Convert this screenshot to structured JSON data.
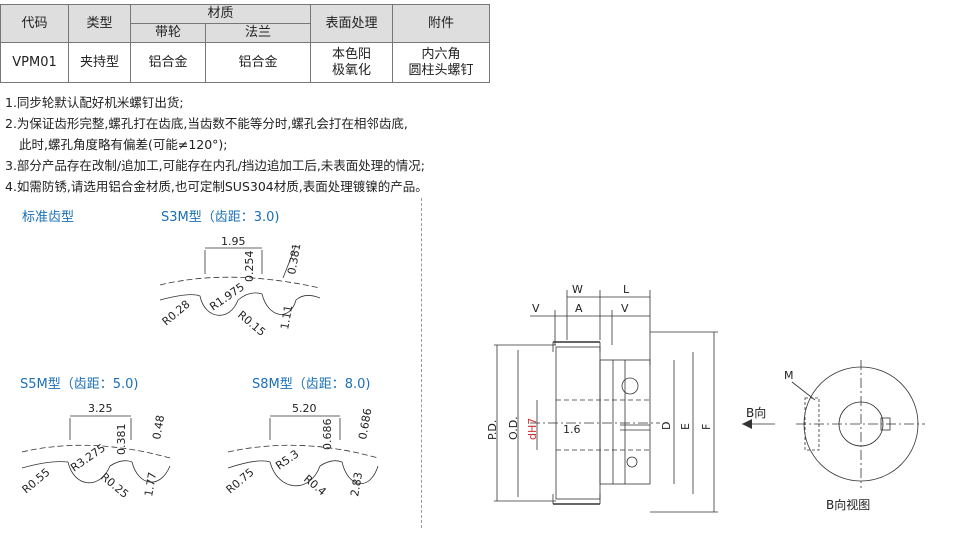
{
  "table": {
    "h_code": "代码",
    "h_type": "类型",
    "h_material": "材质",
    "h_pulley": "带轮",
    "h_flange": "法兰",
    "h_surface": "表面处理",
    "h_accessory": "附件",
    "row": {
      "code": "VPM01",
      "type": "夹持型",
      "pulley": "铝合金",
      "flange": "铝合金",
      "surface_l1": "本色阳",
      "surface_l2": "极氧化",
      "accessory_l1": "内六角",
      "accessory_l2": "圆柱头螺钉"
    }
  },
  "notes": [
    "1.同步轮默认配好机米螺钉出货;",
    "2.为保证齿形完整,螺孔打在齿底,当齿数不能等分时,螺孔会打在相邻齿底,",
    "此时,螺孔角度略有偏差(可能≠120°);",
    "3.部分产品存在改制/追加工,可能存在内孔/挡边追加工后,未表面处理的情况;",
    "4.如需防锈,请选用铝合金材质,也可定制SUS304材质,表面处理镀镍的产品。"
  ],
  "sections": {
    "standard": "标准齿型",
    "s3m": "S3M型（齿距：3.0)",
    "s5m": "S5M型（齿距：5.0)",
    "s8m": "S8M型（齿距：8.0)"
  },
  "s3m": {
    "pitch": "1.95",
    "d1": "0.254",
    "d2": "0.381",
    "r1": "R0.28",
    "r2": "R1.975",
    "r3": "R0.15",
    "h": "1.11"
  },
  "s5m": {
    "pitch": "3.25",
    "d1": "0.381",
    "d2": "0.48",
    "r1": "R0.55",
    "r2": "R3.275",
    "r3": "R0.25",
    "h": "1.77"
  },
  "s8m": {
    "pitch": "5.20",
    "d1": "0.686",
    "d2": "0.686",
    "r1": "R0.75",
    "r2": "R5.3",
    "r3": "R0.4",
    "h": "2.83"
  },
  "main": {
    "W": "W",
    "L": "L",
    "V": "V",
    "A": "A",
    "PD": "P.D.",
    "OD": "O.D.",
    "dH7": "dH7",
    "D": "D",
    "E": "E",
    "F": "F",
    "ch": "1.6"
  },
  "side": {
    "M": "M",
    "arrow": "B向",
    "caption": "B向视图"
  }
}
